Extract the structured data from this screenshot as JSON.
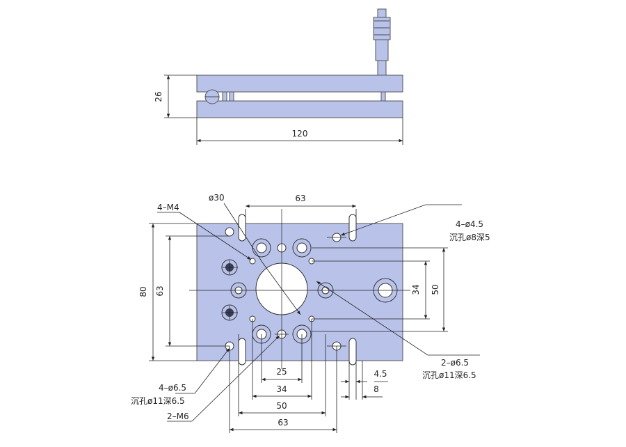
{
  "drawing": {
    "side_view": {
      "height_label": "26",
      "width_label": "120"
    },
    "top_view": {
      "dim_top_63": "63",
      "dim_bore": "ø30",
      "dim_left_80": "80",
      "dim_left_63": "63",
      "dim_right_34": "34",
      "dim_right_50": "50",
      "dim_bottom_25": "25",
      "dim_bottom_34": "34",
      "dim_bottom_50": "50",
      "dim_bottom_63": "63",
      "dim_slot_45": "4.5",
      "dim_slot_8": "8",
      "label_4m4": "4–M4",
      "label_4phi45_a": "4–ø4.5",
      "label_4phi45_b": "沉孔ø8深5",
      "label_2phi65_a": "2–ø6.5",
      "label_2phi65_b": "沉孔ø11深6.5",
      "label_4phi65_a": "4–ø6.5",
      "label_4phi65_b": "沉孔ø11深6.5",
      "label_2m6": "2–M6"
    }
  },
  "colors": {
    "plate": "#b9c3ea",
    "line": "#222222"
  }
}
